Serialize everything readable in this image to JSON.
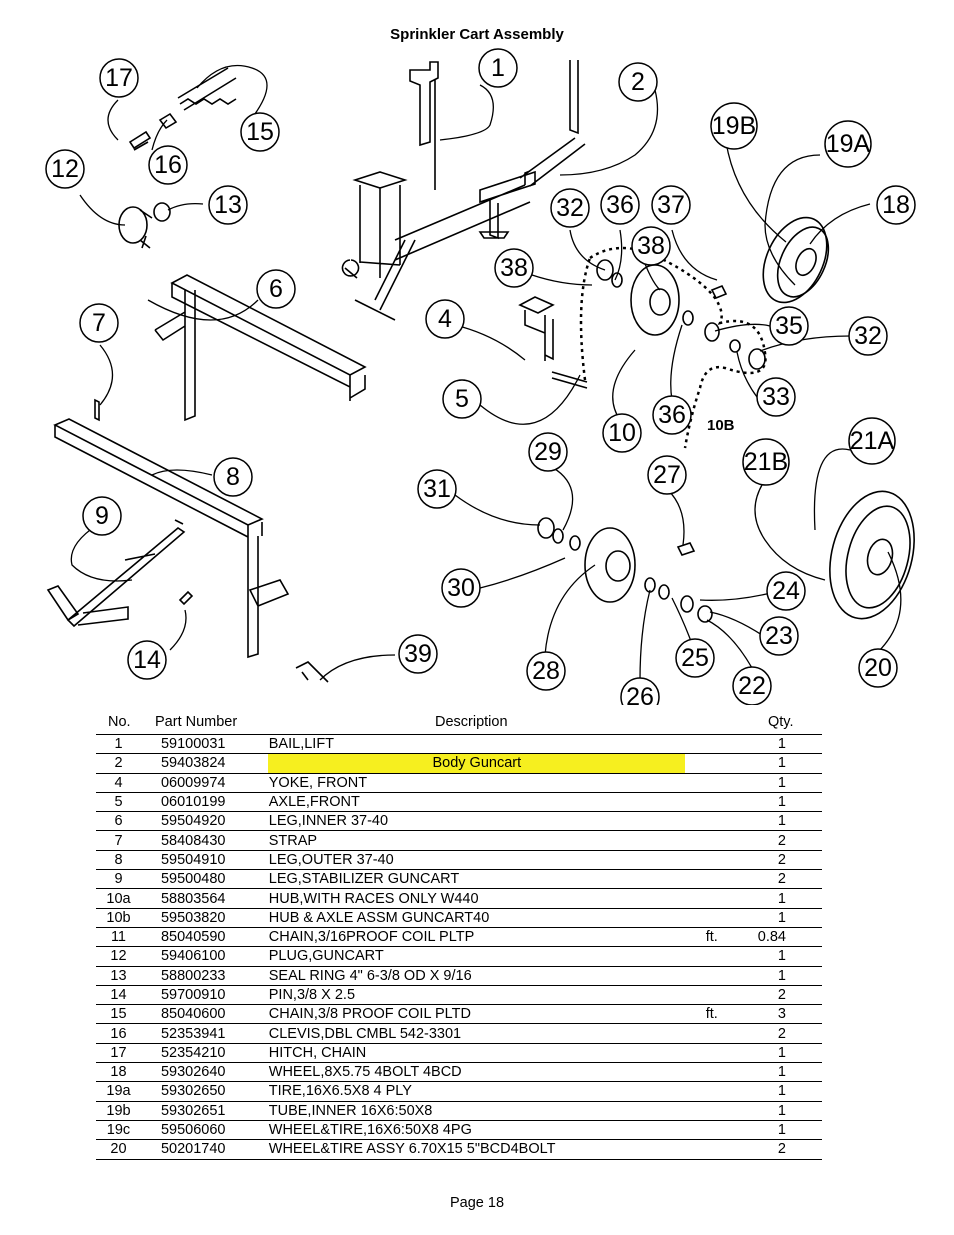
{
  "page": {
    "title": "Sprinkler Cart Assembly",
    "footer": "Page 18"
  },
  "diagram": {
    "callouts": [
      "1",
      "2",
      "4",
      "5",
      "6",
      "7",
      "8",
      "9",
      "10",
      "12",
      "13",
      "14",
      "15",
      "16",
      "17",
      "18",
      "19A",
      "19B",
      "20",
      "21A",
      "21B",
      "22",
      "23",
      "24",
      "25",
      "26",
      "27",
      "28",
      "29",
      "30",
      "31",
      "32",
      "33",
      "35",
      "36",
      "37",
      "38",
      "39"
    ],
    "label_10b": "10B"
  },
  "table": {
    "headers": {
      "no": "No.",
      "part_number": "Part Number",
      "description": "Description",
      "qty": "Qty."
    },
    "rows": [
      {
        "no": "1",
        "part": "59100031",
        "desc": "BAIL,LIFT",
        "unit": "",
        "qty": "1"
      },
      {
        "no": "2",
        "part": "59403824",
        "desc": "Body Guncart",
        "unit": "",
        "qty": "1",
        "highlight": true
      },
      {
        "no": "4",
        "part": "06009974",
        "desc": "YOKE, FRONT",
        "unit": "",
        "qty": "1"
      },
      {
        "no": "5",
        "part": "06010199",
        "desc": "AXLE,FRONT",
        "unit": "",
        "qty": "1"
      },
      {
        "no": "6",
        "part": "59504920",
        "desc": "LEG,INNER 37-40",
        "unit": "",
        "qty": "1"
      },
      {
        "no": "7",
        "part": "58408430",
        "desc": "STRAP",
        "unit": "",
        "qty": "2"
      },
      {
        "no": "8",
        "part": "59504910",
        "desc": "LEG,OUTER 37-40",
        "unit": "",
        "qty": "2"
      },
      {
        "no": "9",
        "part": "59500480",
        "desc": "LEG,STABILIZER GUNCART",
        "unit": "",
        "qty": "2"
      },
      {
        "no": "10a",
        "part": "58803564",
        "desc": "HUB,WITH RACES ONLY W440",
        "unit": "",
        "qty": "1"
      },
      {
        "no": "10b",
        "part": "59503820",
        "desc": "HUB & AXLE ASSM GUNCART40",
        "unit": "",
        "qty": "1"
      },
      {
        "no": "11",
        "part": "85040590",
        "desc": "CHAIN,3/16PROOF COIL PLTP",
        "unit": "ft.",
        "qty": "0.84"
      },
      {
        "no": "12",
        "part": "59406100",
        "desc": "PLUG,GUNCART",
        "unit": "",
        "qty": "1"
      },
      {
        "no": "13",
        "part": "58800233",
        "desc": "SEAL RING 4\"  6-3/8 OD X 9/16",
        "unit": "",
        "qty": "1"
      },
      {
        "no": "14",
        "part": "59700910",
        "desc": "PIN,3/8 X 2.5",
        "unit": "",
        "qty": "2"
      },
      {
        "no": "15",
        "part": "85040600",
        "desc": "CHAIN,3/8 PROOF COIL PLTD",
        "unit": "ft.",
        "qty": "3"
      },
      {
        "no": "16",
        "part": "52353941",
        "desc": "CLEVIS,DBL CMBL 542-3301",
        "unit": "",
        "qty": "2"
      },
      {
        "no": "17",
        "part": "52354210",
        "desc": "HITCH, CHAIN",
        "unit": "",
        "qty": "1"
      },
      {
        "no": "18",
        "part": "59302640",
        "desc": "WHEEL,8X5.75 4BOLT 4BCD",
        "unit": "",
        "qty": "1"
      },
      {
        "no": "19a",
        "part": "59302650",
        "desc": "TIRE,16X6.5X8 4 PLY",
        "unit": "",
        "qty": "1"
      },
      {
        "no": "19b",
        "part": "59302651",
        "desc": "TUBE,INNER 16X6:50X8",
        "unit": "",
        "qty": "1"
      },
      {
        "no": "19c",
        "part": "59506060",
        "desc": "WHEEL&TIRE,16X6:50X8 4PG",
        "unit": "",
        "qty": "1"
      },
      {
        "no": "20",
        "part": "50201740",
        "desc": "WHEEL&TIRE ASSY 6.70X15 5\"BCD4BOLT",
        "unit": "",
        "qty": "2"
      }
    ]
  }
}
